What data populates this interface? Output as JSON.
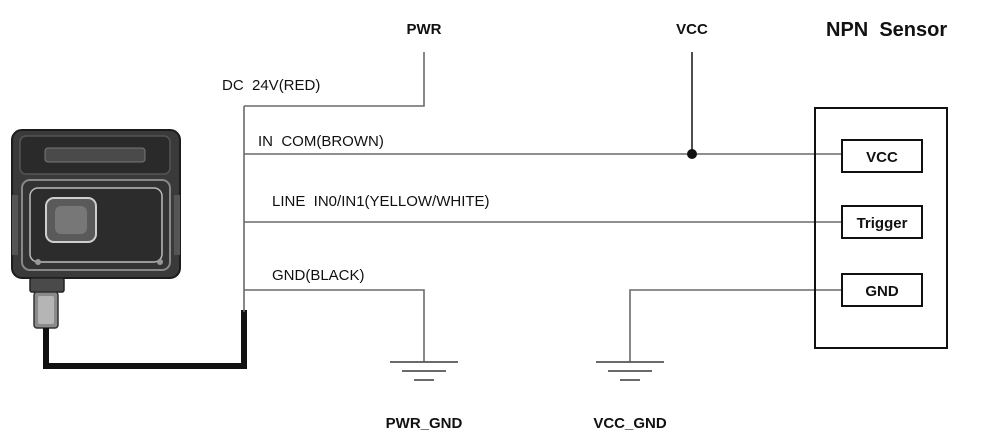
{
  "diagram": {
    "title": "NPN  Sensor",
    "top_labels": {
      "pwr": "PWR",
      "vcc": "VCC"
    },
    "wires": {
      "dc24v": "DC  24V(RED)",
      "in_com": "IN  COM(BROWN)",
      "line_in": "LINE  IN0/IN1(YELLOW/WHITE)",
      "gnd": "GND(BLACK)"
    },
    "sensor_pins": {
      "vcc": "VCC",
      "trigger": "Trigger",
      "gnd": "GND"
    },
    "grounds": {
      "pwr_gnd": "PWR_GND",
      "vcc_gnd": "VCC_GND"
    },
    "device_icon": "barcode-reader-camera-icon"
  }
}
